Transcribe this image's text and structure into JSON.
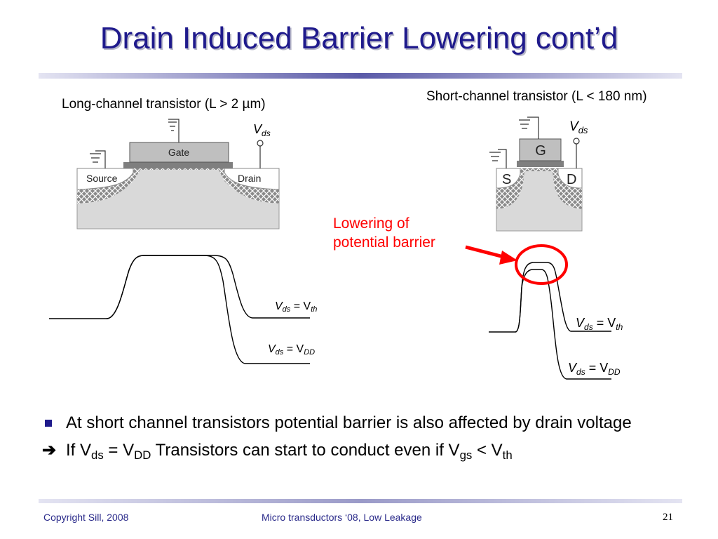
{
  "slide": {
    "title": "Drain Induced Barrier Lowering cont’d",
    "long_channel": {
      "title": "Long-channel transistor (L > 2 µm)",
      "gate_label": "Gate",
      "source_label": "Source",
      "drain_label": "Drain",
      "vds_label": "V",
      "vds_sub": "ds",
      "curve_label_1": {
        "v": "V",
        "s1": "ds",
        "eq": " = V",
        "s2": "th"
      },
      "curve_label_2": {
        "v": "V",
        "s1": "ds",
        "eq": " = V",
        "s2": "DD"
      }
    },
    "short_channel": {
      "title": "Short-channel transistor (L < 180 nm)",
      "gate_label": "G",
      "source_label": "S",
      "drain_label": "D",
      "vds_label": "V",
      "vds_sub": "ds",
      "curve_label_1": {
        "v": "V",
        "s1": "ds",
        "eq": " = V",
        "s2": "th"
      },
      "curve_label_2": {
        "v": "V",
        "s1": "ds",
        "eq": " = V",
        "s2": "DD"
      }
    },
    "annotation": {
      "line1": "Lowering of",
      "line2": "potential barrier",
      "color": "#ff0000"
    },
    "bullets": {
      "b1": "At short channel transistors potential barrier is also affected by drain voltage",
      "b2_arrow": "➔",
      "b2": {
        "p1": "If V",
        "s1": "ds",
        "p2": " = V",
        "s2": "DD",
        "p3": " Transistors can start to conduct even if V",
        "s3": "gs",
        "p4": " < V",
        "s4": "th"
      }
    },
    "footer": {
      "left": "Copyright Sill, 2008",
      "center": "Micro transductors ‘08, Low Leakage",
      "page": "21"
    },
    "colors": {
      "title": "#1f1a8c",
      "gate": "#bfbfbf",
      "oxide": "#7f7f7f",
      "substrate": "#d9d9d9"
    }
  }
}
